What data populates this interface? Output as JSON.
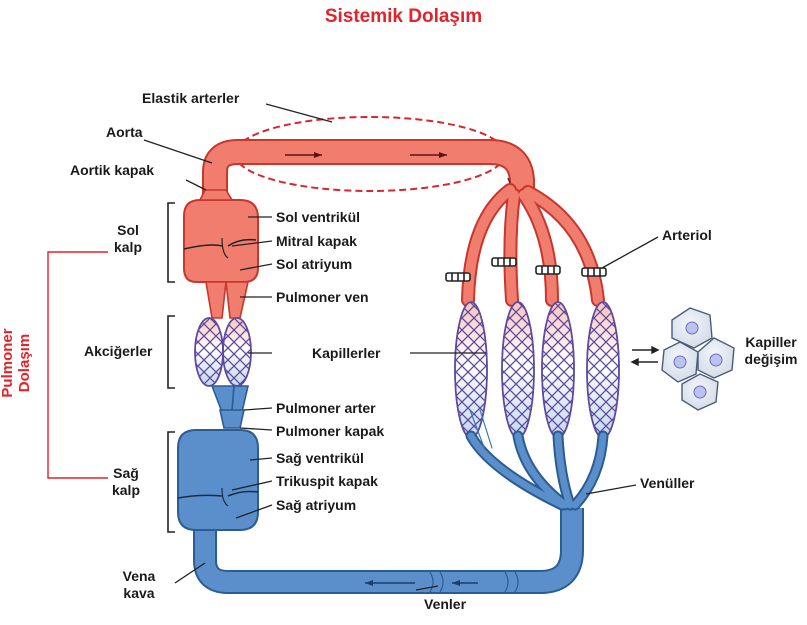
{
  "title": "Sistemik Dolaşım",
  "side_title": "Pulmoner Dolaşım",
  "labels": {
    "elastic_arteries": "Elastik arterler",
    "aorta": "Aorta",
    "aortic_valve": "Aortik kapak",
    "left_heart_l1": "Sol",
    "left_heart_l2": "kalp",
    "left_ventricle": "Sol ventrikül",
    "mitral_valve": "Mitral kapak",
    "left_atrium": "Sol atriyum",
    "pulmonary_vein": "Pulmoner ven",
    "lungs": "Akciğerler",
    "capillaries": "Kapillerler",
    "pulmonary_artery": "Pulmoner arter",
    "pulmonary_valve": "Pulmoner kapak",
    "right_heart_l1": "Sağ",
    "right_heart_l2": "kalp",
    "right_ventricle": "Sağ ventrikül",
    "tricuspid_valve": "Trikuspit kapak",
    "right_atrium": "Sağ atriyum",
    "vena_cava_l1": "Vena",
    "vena_cava_l2": "kava",
    "veins": "Venler",
    "venules": "Venüller",
    "arterioles": "Arteriol",
    "exchange_l1": "Kapiller",
    "exchange_l2": "değişim"
  },
  "colors": {
    "arterial": "#f07d6e",
    "arterial_dark": "#c8362c",
    "venous": "#5b8fcb",
    "venous_dark": "#2b5c92",
    "capillary_mesh": "#5d4a9e",
    "title": "#e2232a"
  }
}
